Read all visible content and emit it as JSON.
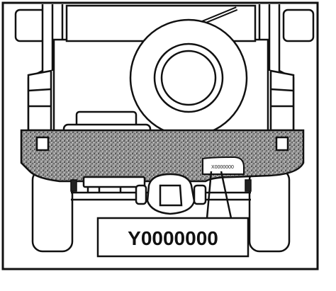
{
  "diagram": {
    "description_kind": "line-art rear view of an off-road vehicle",
    "plate_small_text": "X0000000",
    "callout_text": "Y0000000",
    "colors": {
      "ink": "#111111",
      "paper": "#ffffff",
      "stipple": "#7a7a7a"
    }
  }
}
